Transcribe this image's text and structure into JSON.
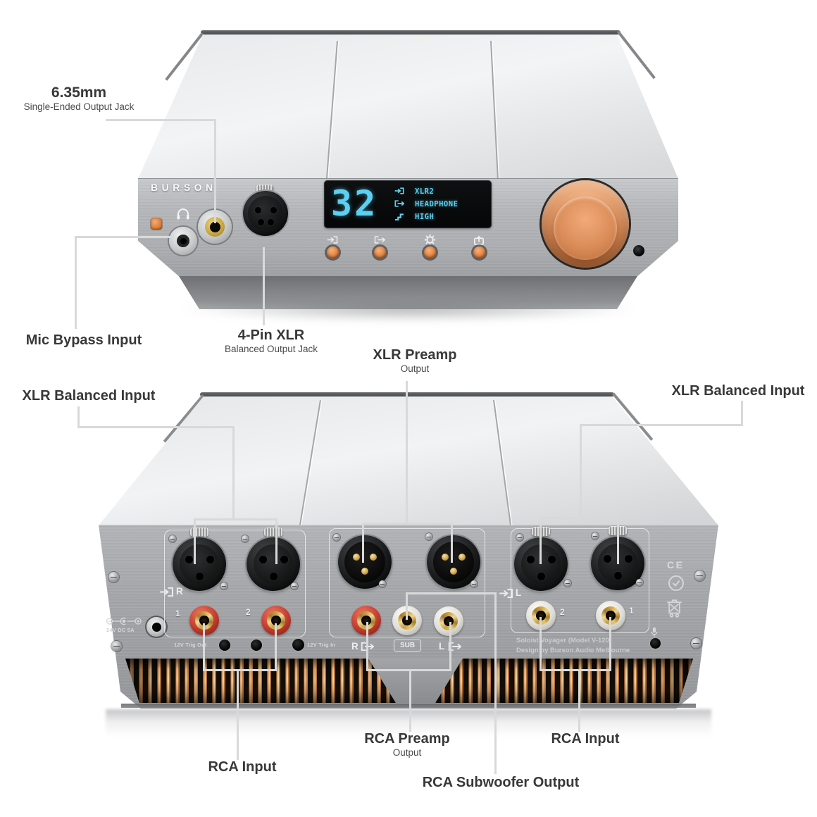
{
  "front_panel": {
    "brand": "BURSON",
    "display": {
      "volume": "32",
      "input": "XLR2",
      "output": "HEADPHONE",
      "gain": "HIGH"
    }
  },
  "rear_panel": {
    "right_group": {
      "channel": "R",
      "jack1": "1",
      "jack2": "2"
    },
    "preamp_group": {
      "right": "R",
      "sub": "SUB",
      "left": "L"
    },
    "left_group": {
      "channel": "L",
      "jack2": "2",
      "jack1": "1"
    },
    "trig_out": "12V Trig Out",
    "trig_in": "12V Trig In",
    "power_rating": "24V DC 5A",
    "model_line": "Soloist Voyager (Model V-120)",
    "design_line": "Design by Burson Audio Melbourne",
    "ce_mark": "CE"
  },
  "annotations": {
    "se_output": {
      "title": "6.35mm",
      "subtitle": "Single-Ended Output Jack"
    },
    "mic_bypass": {
      "title": "Mic Bypass Input"
    },
    "xlr4_output": {
      "title": "4-Pin XLR",
      "subtitle": "Balanced Output Jack"
    },
    "xlr_preamp": {
      "title": "XLR Preamp",
      "subtitle": "Output"
    },
    "xlr_input_left": {
      "title": "XLR Balanced Input"
    },
    "xlr_input_right": {
      "title": "XLR Balanced Input"
    },
    "rca_input_left": {
      "title": "RCA Input"
    },
    "rca_preamp": {
      "title": "RCA Preamp",
      "subtitle": "Output"
    },
    "rca_subwoofer": {
      "title": "RCA Subwoofer Output"
    },
    "rca_input_right": {
      "title": "RCA Input"
    }
  },
  "icons": {
    "front": [
      "headphone-icon",
      "input-icon",
      "output-icon",
      "settings-icon",
      "display-icon"
    ],
    "display_status": [
      "input-icon",
      "output-icon",
      "gain-icon"
    ],
    "rear": [
      "input-arrow-icon",
      "output-arrow-icon",
      "dc-polarity-icon",
      "ce-mark",
      "rcm-mark",
      "weee-bin-icon",
      "mic-icon"
    ]
  },
  "colors": {
    "knob_copper": "#d98f62",
    "display_cyan": "#5bd0f2",
    "led_orange": "#e0813f",
    "rca_red": "#c23a2e",
    "heatsink_copper": "#e8ae74",
    "leader_line": "#d9d9d9"
  }
}
